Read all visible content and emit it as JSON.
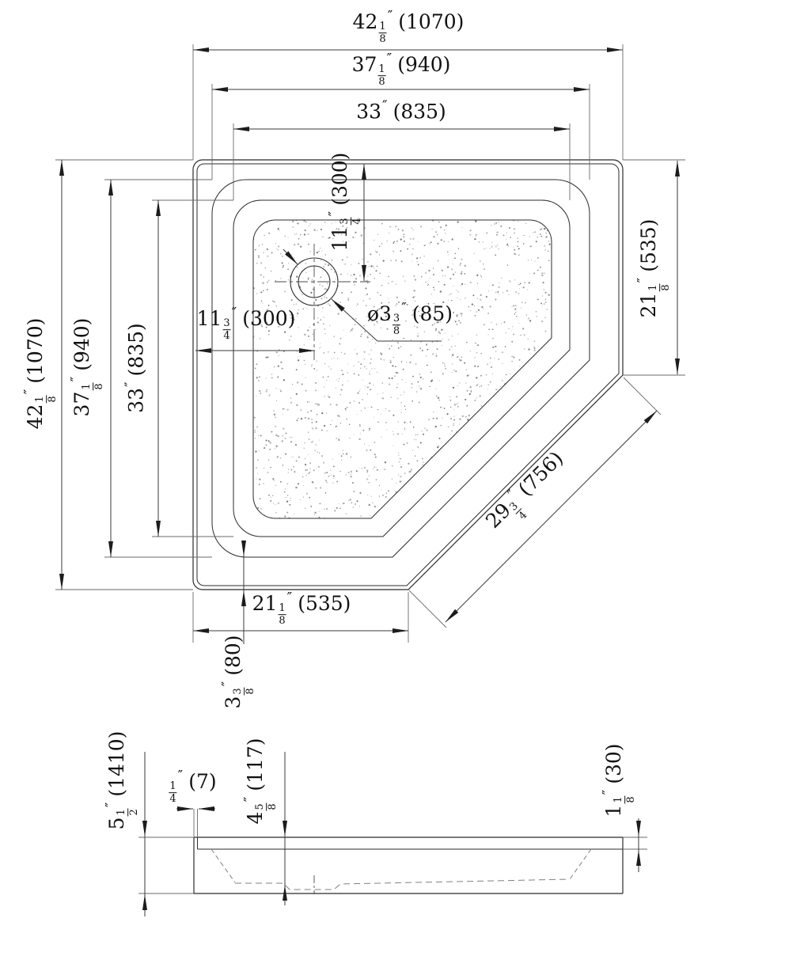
{
  "drawing_title": "neo-angle shower base dimensioned drawing",
  "colors": {
    "line": "#2b2b2b",
    "dimension_line": "#3a3a3a",
    "extension_line": "#6a6a6a",
    "hidden_line": "#808080",
    "speckle": "#9a9a9a",
    "background": "#ffffff"
  },
  "dimensions": {
    "top_width_outer": {
      "prefix": "",
      "whole": "42",
      "num": "1",
      "den": "8",
      "unit": "″",
      "metric": "(1070)"
    },
    "top_width_mid": {
      "prefix": "",
      "whole": "37",
      "num": "1",
      "den": "8",
      "unit": "″",
      "metric": "(940)"
    },
    "top_width_inner": {
      "prefix": "",
      "whole": "33",
      "num": "",
      "den": "",
      "unit": "″",
      "metric": "(835)"
    },
    "left_height_outer": {
      "prefix": "",
      "whole": "42",
      "num": "1",
      "den": "8",
      "unit": "″",
      "metric": "(1070)"
    },
    "left_height_mid": {
      "prefix": "",
      "whole": "37",
      "num": "1",
      "den": "8",
      "unit": "″",
      "metric": "(940)"
    },
    "left_height_inner": {
      "prefix": "",
      "whole": "33",
      "num": "",
      "den": "",
      "unit": "″",
      "metric": "(835)"
    },
    "right_edge": {
      "prefix": "",
      "whole": "21",
      "num": "1",
      "den": "8",
      "unit": "″",
      "metric": "(535)"
    },
    "diagonal_edge": {
      "prefix": "",
      "whole": "29",
      "num": "3",
      "den": "4",
      "unit": "″",
      "metric": "(756)"
    },
    "bottom_edge": {
      "prefix": "",
      "whole": "21",
      "num": "1",
      "den": "8",
      "unit": "″",
      "metric": "(535)"
    },
    "bottom_rim_offset": {
      "prefix": "",
      "whole": "3",
      "num": "3",
      "den": "8",
      "unit": "″",
      "metric": "(80)"
    },
    "drain_offset_vertical": {
      "prefix": "",
      "whole": "11",
      "num": "3",
      "den": "4",
      "unit": "″",
      "metric": "(300)"
    },
    "drain_offset_horizontal": {
      "prefix": "",
      "whole": "11",
      "num": "3",
      "den": "4",
      "unit": "″",
      "metric": "(300)"
    },
    "drain_diameter": {
      "prefix": "ø",
      "whole": "3",
      "num": "3",
      "den": "8",
      "unit": "″",
      "metric": "(85)"
    },
    "section_total_height": {
      "prefix": "",
      "whole": "5",
      "num": "1",
      "den": "2",
      "unit": "″",
      "metric": "(1410)"
    },
    "section_lip_thickness": {
      "prefix": "",
      "whole": "",
      "num": "1",
      "den": "4",
      "unit": "″",
      "metric": "(7)"
    },
    "section_basin_depth": {
      "prefix": "",
      "whole": "4",
      "num": "5",
      "den": "8",
      "unit": "″",
      "metric": "(117)"
    },
    "section_flange_height": {
      "prefix": "",
      "whole": "1",
      "num": "1",
      "den": "8",
      "unit": "″",
      "metric": "(30)"
    }
  }
}
